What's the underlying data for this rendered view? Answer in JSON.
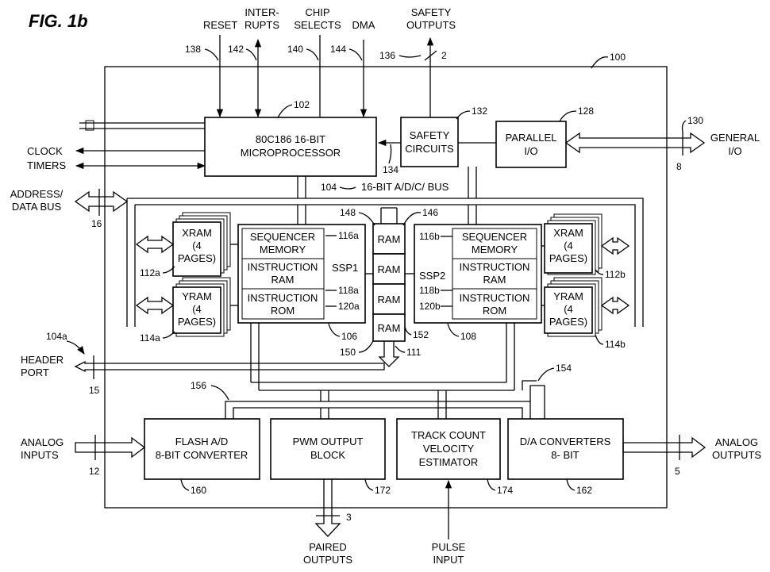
{
  "figure_label": "FIG. 1b",
  "top_signals": {
    "reset": "RESET",
    "interrupts": [
      "INTER-",
      "RUPTS"
    ],
    "chip_selects": [
      "CHIP",
      "SELECTS"
    ],
    "dma": "DMA",
    "safety_outputs": [
      "SAFETY",
      "OUTPUTS"
    ],
    "safety_bus_width": "2"
  },
  "left_signals": {
    "clock": "CLOCK",
    "timers": "TIMERS",
    "address_data_bus": [
      "ADDRESS/",
      "DATA BUS"
    ],
    "address_bus_width": "16",
    "header_port": [
      "HEADER",
      "PORT"
    ],
    "header_width": "15",
    "analog_inputs": [
      "ANALOG",
      "INPUTS"
    ],
    "analog_in_width": "12"
  },
  "right_signals": {
    "general_io": [
      "GENERAL",
      "I/O"
    ],
    "general_io_width": "8",
    "analog_outputs": [
      "ANALOG",
      "OUTPUTS"
    ],
    "analog_out_width": "5"
  },
  "bottom_signals": {
    "paired_outputs": [
      "PAIRED",
      "OUTPUTS"
    ],
    "paired_width": "3",
    "pulse_input": [
      "PULSE",
      "INPUT"
    ]
  },
  "blocks": {
    "microprocessor": [
      "80C186 16-BIT",
      "MICROPROCESSOR"
    ],
    "safety": [
      "SAFETY",
      "CIRCUITS"
    ],
    "parallel_io": [
      "PARALLEL",
      "I/O"
    ],
    "bus_label": "16-BIT A/D/C/ BUS",
    "xram_left": [
      "XRAM",
      "(4",
      "PAGES)"
    ],
    "yram_left": [
      "YRAM",
      "(4",
      "PAGES)"
    ],
    "xram_right": [
      "XRAM",
      "(4",
      "PAGES)"
    ],
    "yram_right": [
      "YRAM",
      "(4",
      "PAGES)"
    ],
    "ssp1": "SSP1",
    "ssp2": "SSP2",
    "seq_mem": [
      "SEQUENCER",
      "MEMORY"
    ],
    "instr_ram": [
      "INSTRUCTION",
      "RAM"
    ],
    "instr_rom": [
      "INSTRUCTION",
      "ROM"
    ],
    "ram": "RAM",
    "flash_ad": [
      "FLASH A/D",
      "8-BIT CONVERTER"
    ],
    "pwm": [
      "PWM OUTPUT",
      "BLOCK"
    ],
    "track_count": [
      "TRACK COUNT",
      "VELOCITY",
      "ESTIMATOR"
    ],
    "da_conv": [
      "D/A CONVERTERS",
      "8- BIT"
    ]
  },
  "refs": {
    "r100": "100",
    "r102": "102",
    "r104": "104",
    "r104a": "104a",
    "r106": "106",
    "r108": "108",
    "r111": "111",
    "r112a": "112a",
    "r112b": "112b",
    "r114a": "114a",
    "r114b": "114b",
    "r116a": "116a",
    "r116b": "116b",
    "r118a": "118a",
    "r118b": "118b",
    "r120a": "120a",
    "r120b": "120b",
    "r128": "128",
    "r130": "130",
    "r132": "132",
    "r134": "134",
    "r136": "136",
    "r138": "138",
    "r140": "140",
    "r142": "142",
    "r144": "144",
    "r146": "146",
    "r148": "148",
    "r150": "150",
    "r152": "152",
    "r154": "154",
    "r156": "156",
    "r160": "160",
    "r162": "162",
    "r172": "172",
    "r174": "174"
  }
}
